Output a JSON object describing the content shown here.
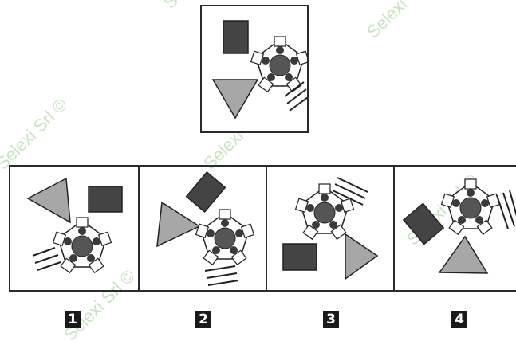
{
  "options": [
    {
      "number": "1"
    },
    {
      "number": "2"
    },
    {
      "number": "3"
    },
    {
      "number": "4"
    }
  ],
  "watermark": "Selexi Srl ©",
  "colors": {
    "border": "#2b2b2b",
    "dark_square": "#444444",
    "triangle": "#a7a7a7",
    "flower_center": "#555555",
    "flower_dots": "#3a3a3a",
    "number_badge": "#1a1a1a",
    "watermark": "#c9e3c4"
  },
  "icons": [
    "dark-square",
    "gray-triangle",
    "pentagon-flower",
    "hatch-lines"
  ]
}
